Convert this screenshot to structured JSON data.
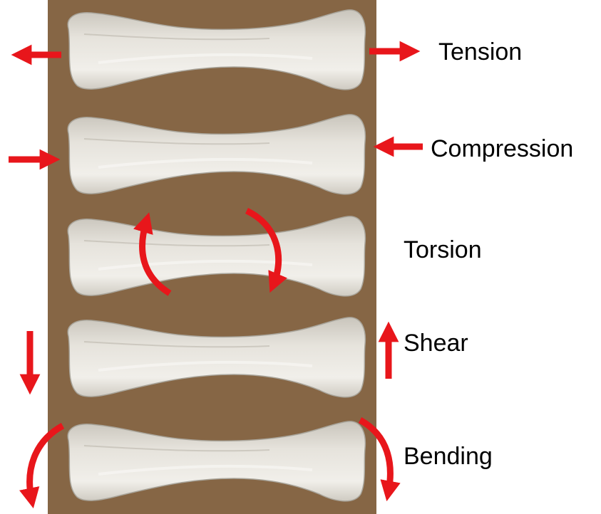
{
  "colors": {
    "background": "#ffffff",
    "cardboard": "#8a6a48",
    "bone": "#dcd8cf",
    "arrow": "#e8161b"
  },
  "panels": [
    {
      "id": "tension",
      "label": "Tension",
      "arrow_icon": "outward-horizontal-arrows-icon"
    },
    {
      "id": "compression",
      "label": "Compression",
      "arrow_icon": "inward-horizontal-arrows-icon"
    },
    {
      "id": "torsion",
      "label": "Torsion",
      "arrow_icon": "twisting-curved-arrows-icon"
    },
    {
      "id": "shear",
      "label": "Shear",
      "arrow_icon": "opposing-vertical-arrows-icon"
    },
    {
      "id": "bending",
      "label": "Bending",
      "arrow_icon": "downward-curved-arrows-icon"
    }
  ]
}
